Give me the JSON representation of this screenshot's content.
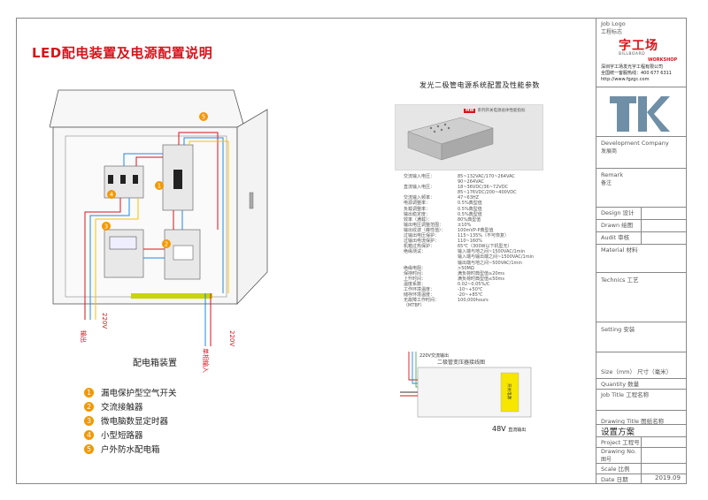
{
  "page": {
    "title": "LED配电装置及电源配置说明"
  },
  "cabinet": {
    "caption": "配电箱装置",
    "labels": {
      "output": "输出",
      "voltage_left": "220V",
      "single_phase_input": "单相输入",
      "voltage_right": "220V"
    },
    "markers": [
      "1",
      "2",
      "3",
      "4",
      "5"
    ]
  },
  "legend": [
    {
      "num": "1",
      "text": "漏电保护型空气开关"
    },
    {
      "num": "2",
      "text": "交流接触器"
    },
    {
      "num": "3",
      "text": "微电脑数显定时器"
    },
    {
      "num": "4",
      "text": "小型短路器"
    },
    {
      "num": "5",
      "text": "户外防水配电箱"
    }
  ],
  "spec": {
    "title": "发光二极管电源系统配置及性能参数",
    "band_brand": "MW",
    "band_text": "系列开关电源总体性能指标",
    "rows": [
      {
        "k": "交流输入电压：",
        "v": "85~132VAC/170~264VAC"
      },
      {
        "k": "",
        "v": "90~264VAC"
      },
      {
        "k": "直流输入电压：",
        "v": "18~36VDC/36~72VDC"
      },
      {
        "k": "",
        "v": "85~176VDC/200~400VDC"
      },
      {
        "k": "交流输入频率：",
        "v": "47~63HZ"
      },
      {
        "k": "电源调整率：",
        "v": "0.5%典型值"
      },
      {
        "k": "负载调整率：",
        "v": "0.5%典型值"
      },
      {
        "k": "输出稳定度：",
        "v": "0.5%典型值"
      },
      {
        "k": "效率（满载）：",
        "v": "80%典型值"
      },
      {
        "k": "输出电压调整范围：",
        "v": "±10%"
      },
      {
        "k": "输出纹波（峰性值）：",
        "v": "100mVP-P典型值"
      },
      {
        "k": "过输出电压保护：",
        "v": "115~135%（不可恢复）"
      },
      {
        "k": "过输出电流保护：",
        "v": "110~160%"
      },
      {
        "k": "机箱过热保护：",
        "v": "65℃（300W以下机型无）"
      },
      {
        "k": "绝缘测试：",
        "v": "输入端与地之间~1500VAC/1min"
      },
      {
        "k": "",
        "v": "输入端与输出端之间~1500VAC/1min"
      },
      {
        "k": "",
        "v": "输出端与地之间~500VAC/1min"
      },
      {
        "k": "",
        "v": ""
      },
      {
        "k": "绝缘电阻：",
        "v": ">50MΩ"
      },
      {
        "k": "保持时间：",
        "v": "满负荷时典型值≥20ms"
      },
      {
        "k": "上升时间：",
        "v": "满负荷时典型值≤50ms"
      },
      {
        "k": "温度系数：",
        "v": "0.02~0.05%/C"
      },
      {
        "k": "工作环境温度：",
        "v": "-10~+50℃"
      },
      {
        "k": "储存环境温度：",
        "v": "-20~+85℃"
      },
      {
        "k": "无故障工作时间：",
        "v": "100,000hours"
      },
      {
        "k": "（MTBF）",
        "v": ""
      }
    ]
  },
  "wiring": {
    "title": "二极管变压器接线图",
    "input_label": "220V交流输出",
    "psu_label": "开关电源",
    "output_value": "48V",
    "output_unit": "直流输出"
  },
  "title_block": {
    "job_logo_en": "Job Logo",
    "job_logo_cn": "工程标志",
    "logo_title": "字工场",
    "logo_sub": "BILLBOARD",
    "logo_sub2": "WORKSHOP",
    "company_line1": "深圳字工场发光字工程有限公司",
    "company_line2": "全国统一客服热线：400 677 6311",
    "company_line3": "http://www.fgzgc.com",
    "development_company_en": "Development Company",
    "development_company_cn": "发展商",
    "remark_en": "Remark",
    "remark_cn": "备注",
    "design": "Design  设计",
    "drawn": "Drawn  绘图",
    "audit": "Audit  审核",
    "material": "Material  材料",
    "technics": "Technics  工艺",
    "setting": "Setting  安装",
    "size": "Size（mm） 尺寸（毫米）",
    "quantity": "Quantity  数量",
    "job_title": "Job Title  工程名称",
    "drawing_title": "Drawing Title   图纸名称",
    "scheme": "设置方案",
    "project": "Project  工程号",
    "drawing_no_en": "Drawing No.",
    "drawing_no_cn": "图号",
    "scale": "Scale  比例",
    "date": "Date  日期",
    "date_value": "2019.09"
  },
  "colors": {
    "accent_red": "#d9121b",
    "marker_orange": "#f39800"
  }
}
